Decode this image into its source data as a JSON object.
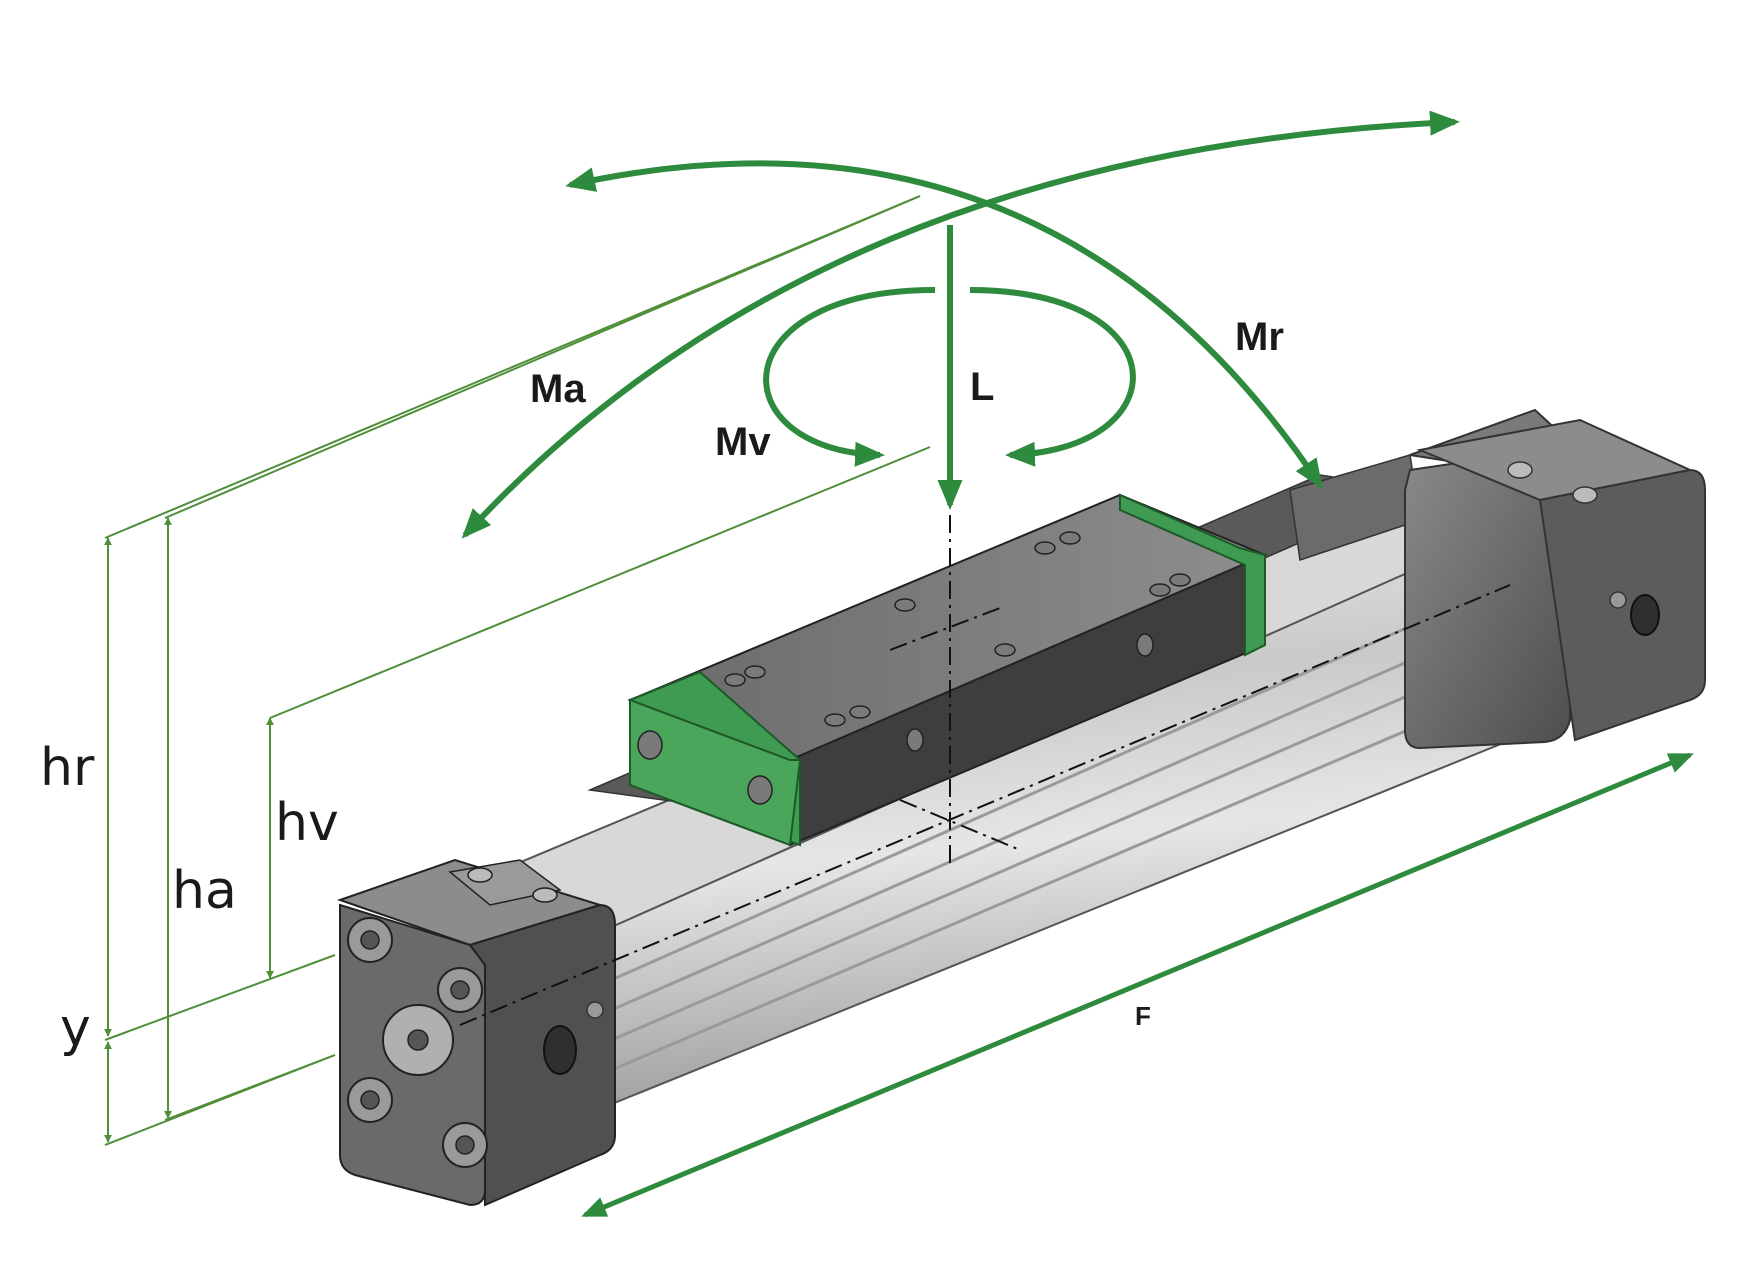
{
  "colors": {
    "arrow_green": "#2e8b3e",
    "dim_green": "#4f8f3a",
    "carriage_green": "#3f9a52",
    "metal_dark": "#4a4a4a",
    "metal_mid": "#8a8a8a",
    "metal_light": "#c8c8c8"
  },
  "labels": {
    "load": "L",
    "moment_ma": "Ma",
    "moment_mr": "Mr",
    "moment_mv": "Mv",
    "height_hr": "hr",
    "height_ha": "ha",
    "height_hv": "hv",
    "offset_y": "y",
    "force_f": "F"
  }
}
